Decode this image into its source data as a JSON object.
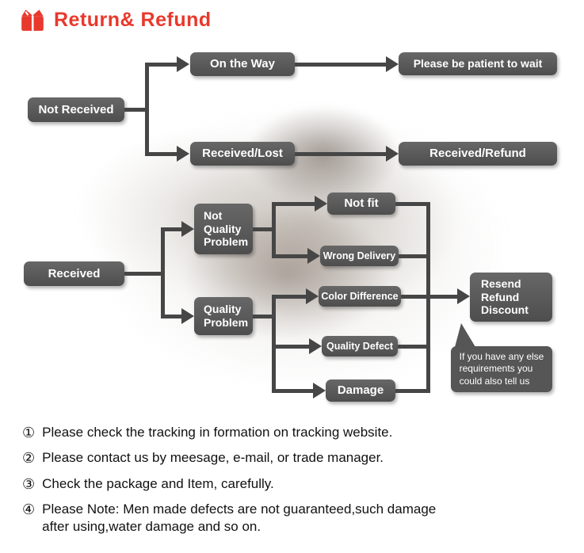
{
  "header": {
    "title": "Return& Refund"
  },
  "colors": {
    "accent_red": "#e8392c",
    "box_gray": "#565656",
    "connector_gray": "#464646"
  },
  "flow_top": {
    "not_received": "Not Received",
    "on_the_way": "On the Way",
    "be_patient": "Please be patient to wait",
    "received_lost": "Received/Lost",
    "received_refund": "Received/Refund"
  },
  "flow_bottom": {
    "received": "Received",
    "not_quality": "Not\nQuality\nProblem",
    "quality": "Quality\nProblem",
    "not_fit": "Not fit",
    "wrong_delivery": "Wrong Delivery",
    "color_difference": "Color Difference",
    "quality_defect": "Quality Defect",
    "damage": "Damage",
    "resolution": "Resend\nRefund\nDiscount",
    "bubble": "If you have any else\nrequirements you\ncould also tell us"
  },
  "notes": [
    {
      "num": "①",
      "text": "Please check the tracking in formation on tracking website."
    },
    {
      "num": "②",
      "text": "Please contact us by meesage, e-mail, or trade manager."
    },
    {
      "num": "③",
      "text": "Check the package and Item, carefully."
    },
    {
      "num": "④",
      "text": "Please Note: Men made defects are not guaranteed,such damage\nafter using,water damage and so on."
    }
  ]
}
